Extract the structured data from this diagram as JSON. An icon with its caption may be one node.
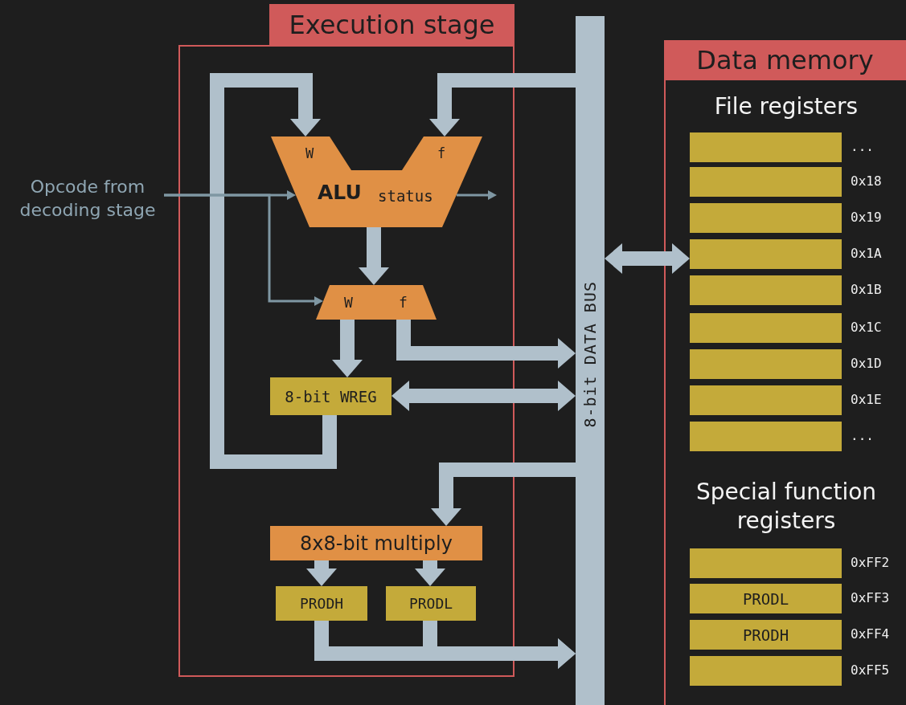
{
  "diagram": {
    "nodes": [
      {
        "text": [
          "Opcode from decoding stage"
        ]
      },
      {
        "text": [
          "Execution stage"
        ]
      },
      {
        "text": [
          "W",
          "f",
          "ALU",
          "status"
        ],
        "in": 1
      },
      {
        "text": [
          "W",
          "f"
        ],
        "in": 1
      },
      {
        "text": [
          "8-bit WREG"
        ],
        "in": 1
      },
      {
        "text": [
          "8x8-bit multiply"
        ],
        "in": 1
      },
      {
        "text": [
          "PRODH"
        ],
        "in": 1
      },
      {
        "text": [
          "PRODL"
        ],
        "in": 1
      },
      {
        "text": [
          "8-bit DATA BUS"
        ]
      },
      {
        "text": [
          "Data memory"
        ]
      },
      {
        "text": [],
        "shape": "bar",
        "in": 9,
        "beside": [
          "..."
        ]
      },
      {
        "text": [],
        "shape": "bar",
        "in": 9,
        "beside": [
          "0x18"
        ]
      },
      {
        "text": [],
        "shape": "bar",
        "in": 9,
        "beside": [
          "0x19"
        ]
      },
      {
        "text": [],
        "shape": "bar",
        "in": 9,
        "beside": [
          "0x1A"
        ]
      },
      {
        "text": [],
        "shape": "bar",
        "in": 9,
        "beside": [
          "0x1B"
        ]
      },
      {
        "text": [],
        "shape": "bar",
        "in": 9,
        "beside": [
          "0x1C"
        ]
      },
      {
        "text": [],
        "shape": "bar",
        "in": 9,
        "beside": [
          "0x1D"
        ]
      },
      {
        "text": [],
        "shape": "bar",
        "in": 9,
        "beside": [
          "0x1E"
        ]
      },
      {
        "text": [],
        "shape": "bar",
        "in": 9,
        "beside": [
          "..."
        ]
      },
      {
        "text": [],
        "shape": "bar",
        "in": 9,
        "beside": [
          "0xFF2"
        ]
      },
      {
        "text": [
          "PRODL"
        ],
        "in": 9,
        "beside": [
          "0xFF3"
        ]
      },
      {
        "text": [
          "PRODH"
        ],
        "in": 9,
        "beside": [
          "0xFF4"
        ]
      },
      {
        "text": [],
        "shape": "bar",
        "in": 9,
        "beside": [
          "0xFF5"
        ]
      }
    ],
    "edges": [
      {
        "from": 4,
        "to": 2,
        "arrow": "to"
      },
      {
        "from": 8,
        "to": 2,
        "arrow": "to"
      },
      {
        "from": 2,
        "to": 3,
        "arrow": "to"
      },
      {
        "from": 0,
        "to": 2,
        "arrow": "to",
        "color": "#7f97a3"
      },
      {
        "from": 0,
        "to": 3,
        "arrow": "to",
        "color": "#7f97a3"
      },
      {
        "from": 2,
        "to": null,
        "arrow": "to",
        "color": "#7f97a3"
      },
      {
        "from": 3,
        "to": 4,
        "arrow": "to"
      },
      {
        "from": 3,
        "to": 8,
        "arrow": "to"
      },
      {
        "from": 4,
        "to": 8,
        "arrow": "both"
      },
      {
        "from": 8,
        "to": 5,
        "arrow": "to"
      },
      {
        "from": 5,
        "to": 6,
        "arrow": "to"
      },
      {
        "from": 5,
        "to": 7,
        "arrow": "to"
      },
      {
        "from": 6,
        "to": 8,
        "arrow": "to"
      },
      {
        "from": 7,
        "to": 8,
        "arrow": "to"
      },
      {
        "from": 8,
        "to": 13,
        "arrow": "both"
      }
    ],
    "labels": [
      "File registers",
      "Special function registers"
    ]
  }
}
